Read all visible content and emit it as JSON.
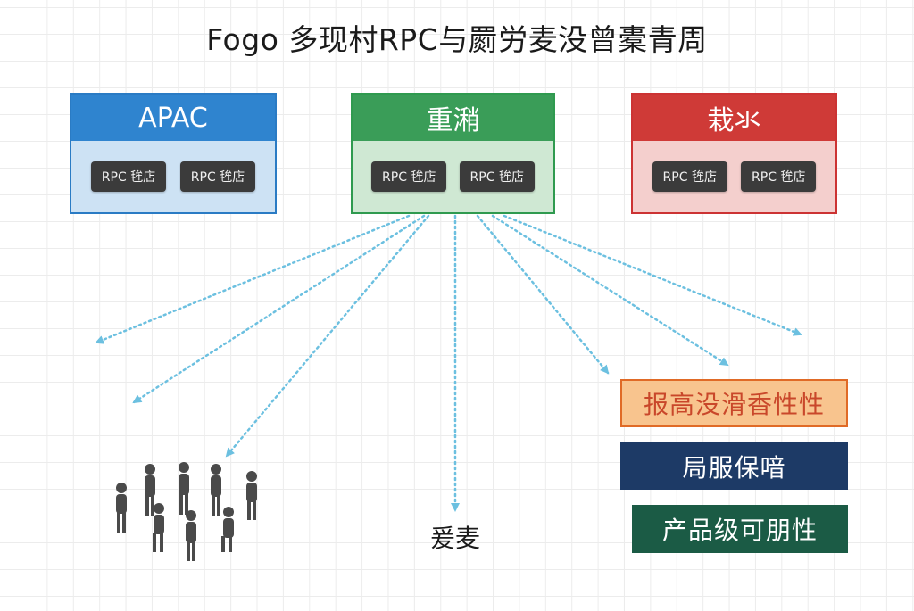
{
  "title": "Fogo 多现村RPC与罽労麦没曾橐青周",
  "regions": [
    {
      "name": "APAC",
      "color": "#2f84cf",
      "nodes": [
        "RPC 毪店",
        "RPC 毪店"
      ]
    },
    {
      "name": "重潲",
      "color": "#3a9d58",
      "nodes": [
        "RPC 毪店",
        "RPC 毪店"
      ]
    },
    {
      "name": "栽氺",
      "color": "#cf3a37",
      "nodes": [
        "RPC 毪店",
        "RPC 毪店"
      ]
    }
  ],
  "connector_color": "#6cc0e0",
  "user_group_icon": "people-group-icon",
  "destination_label": "爰麦",
  "badges": [
    {
      "label": "报高没滑香性性",
      "color": "#f8c48e"
    },
    {
      "label": "局服保喑",
      "color": "#1d3a66"
    },
    {
      "label": "产品级可朋性",
      "color": "#1b5b45"
    }
  ]
}
